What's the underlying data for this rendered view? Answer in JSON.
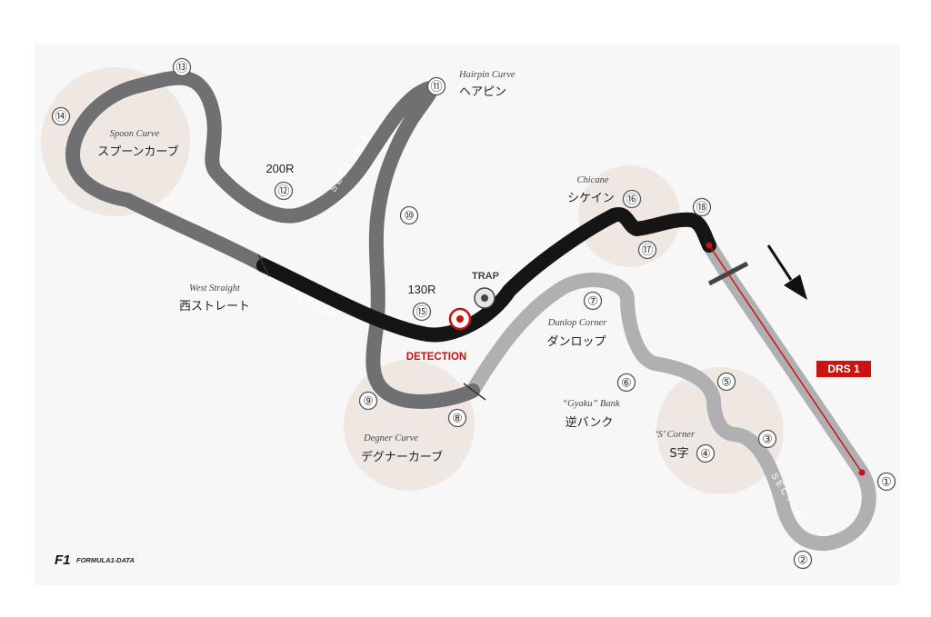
{
  "map": {
    "sector_labels": [
      "SECTOR 1",
      "SECTOR 2",
      "SECTOR 3"
    ],
    "corners": [
      {
        "num": "①"
      },
      {
        "num": "②"
      },
      {
        "num": "③"
      },
      {
        "num": "④"
      },
      {
        "num": "⑤"
      },
      {
        "num": "⑥"
      },
      {
        "num": "⑦"
      },
      {
        "num": "⑧"
      },
      {
        "num": "⑨"
      },
      {
        "num": "⑩"
      },
      {
        "num": "⑪"
      },
      {
        "num": "⑫"
      },
      {
        "num": "⑬"
      },
      {
        "num": "⑭"
      },
      {
        "num": "⑮"
      },
      {
        "num": "⑯"
      },
      {
        "num": "⑰"
      },
      {
        "num": "⑱"
      }
    ],
    "named_corners": {
      "hairpin": {
        "en": "Hairpin Curve",
        "jp": "ヘアピン"
      },
      "spoon": {
        "en": "Spoon Curve",
        "jp": "スプーンカーブ"
      },
      "chicane": {
        "en": "Chicane",
        "jp": "シケイン"
      },
      "west_straight": {
        "en": "West Straight",
        "jp": "西ストレート"
      },
      "dunlop": {
        "en": "Dunlop Corner",
        "jp": "ダンロップ"
      },
      "gyaku": {
        "en": "“Gyaku” Bank",
        "jp": "逆バンク"
      },
      "s_corner": {
        "en": "‘S’ Corner",
        "jp": "S字"
      },
      "degner": {
        "en": "Degner Curve",
        "jp": "デグナーカーブ"
      }
    },
    "plain_labels": {
      "r200": "200R",
      "r130": "130R"
    },
    "trap_label": "TRAP",
    "detection_label": "DETECTION",
    "drs_label": "DRS 1",
    "logo": {
      "mark": "F1",
      "text": "FORMULA1-DATA"
    },
    "colors": {
      "sector1": "#b0b0b2",
      "sector2": "#707072",
      "sector3": "#151515",
      "highlight_zone": "#efe8e2",
      "drs": "#cc1111"
    }
  }
}
